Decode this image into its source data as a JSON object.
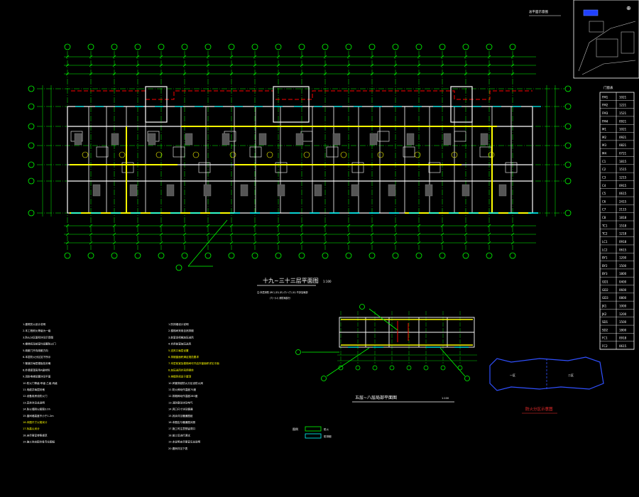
{
  "drawing": {
    "main_plan_title": "十九~三十三层平面图",
    "main_plan_scale": "1:100",
    "main_plan_note_1": "注:本层消防 (BC) (D) (E) (F)~(T) (U) 不涉及局部",
    "main_plan_note_2": "(T)~(U) 消防局部分",
    "small_plan_title": "五层~八层局部平面图",
    "small_plan_scale": "1:100",
    "outline_label": "防火分区示意图",
    "keyplan_label": "总平面示意图",
    "outline_left_tag": "一区",
    "outline_right_tag": "二区"
  },
  "legend": {
    "label_a": "防火",
    "label_b": "防排烟"
  },
  "notes": {
    "left_col": [
      "1.建筑防火设计说明",
      "2.本工程耐火等级为一级",
      "3.防火分区面积详见示意图",
      "4.楼梯间及前室均设置防火门",
      "5.疏散门开向疏散方向",
      "6.本层防火分区如下所示",
      "7.管道井每层楼板处封堵",
      "8.外墙保温采用A级材料",
      "9.消防电梯设置详见平面",
      "10.防火门等级:甲级 乙级 丙级",
      "11.电缆井每层封堵",
      "12.设备用房设防火门",
      "13.其余详见总说明",
      "14.防火墙耐火极限3.0h",
      "15.窗间墙高度不小于1.2m",
      "16.本图尺寸以毫米计",
      "17.标高以米计",
      "18.未尽事宜参照规范",
      "19.施工时应配合各专业图纸"
    ],
    "right_col": [
      "1.防排烟设计说明",
      "2.楼梯间采用自然排烟",
      "3.前室设机械加压送风",
      "4.合用前室加压送风",
      "5.送风口每层设置",
      "6.排烟窗面积满足规范要求",
      "7.本层前室及楼梯间可开启外窗面积详见平面",
      "8.加压送风井采用砌体",
      "9.排烟风机设于屋顶",
      "10.风管穿越防火分区设防火阀",
      "11.防火阀动作温度70度",
      "12.排烟阀动作温度280度",
      "13.消防联动详见电气",
      "14.风口尺寸详见暖通",
      "15.其余详见暖通图纸",
      "16.本图应与暖通图对照",
      "17.施工时注意预留洞口",
      "18.竣工后进行调试",
      "19.本说明未尽事宜见总说明",
      "20.图例详见下表"
    ]
  },
  "schedule": {
    "title": "门窗表",
    "rows": [
      [
        "FM1",
        "1021"
      ],
      [
        "FM2",
        "1221"
      ],
      [
        "FM3",
        "1521"
      ],
      [
        "FM4",
        "0921"
      ],
      [
        "M1",
        "1021"
      ],
      [
        "M2",
        "0921"
      ],
      [
        "M3",
        "0821"
      ],
      [
        "M4",
        "0721"
      ],
      [
        "C1",
        "1815"
      ],
      [
        "C2",
        "1515"
      ],
      [
        "C3",
        "1215"
      ],
      [
        "C4",
        "0915"
      ],
      [
        "C5",
        "0615"
      ],
      [
        "C6",
        "2415"
      ],
      [
        "C7",
        "2115"
      ],
      [
        "C8",
        "1818"
      ],
      [
        "TC1",
        "1518"
      ],
      [
        "TC2",
        "1218"
      ],
      [
        "LC1",
        "0918"
      ],
      [
        "LC2",
        "0615"
      ],
      [
        "BY1",
        "1200"
      ],
      [
        "BY2",
        "1500"
      ],
      [
        "BY3",
        "1800"
      ],
      [
        "GD1",
        "0400"
      ],
      [
        "GD2",
        "0600"
      ],
      [
        "GD3",
        "0800"
      ],
      [
        "JK1",
        "1000"
      ],
      [
        "JK2",
        "1200"
      ],
      [
        "SD1",
        "1500"
      ],
      [
        "SD2",
        "1800"
      ],
      [
        "FC1",
        "0918"
      ],
      [
        "FC2",
        "0615"
      ]
    ]
  },
  "colors": {
    "background": "#000000",
    "grid": "#00ff00",
    "wall": "#ffffff",
    "fire": "#ff0000",
    "note": "#ffff00",
    "window": "#00ffff",
    "outline": "#0000ff"
  }
}
